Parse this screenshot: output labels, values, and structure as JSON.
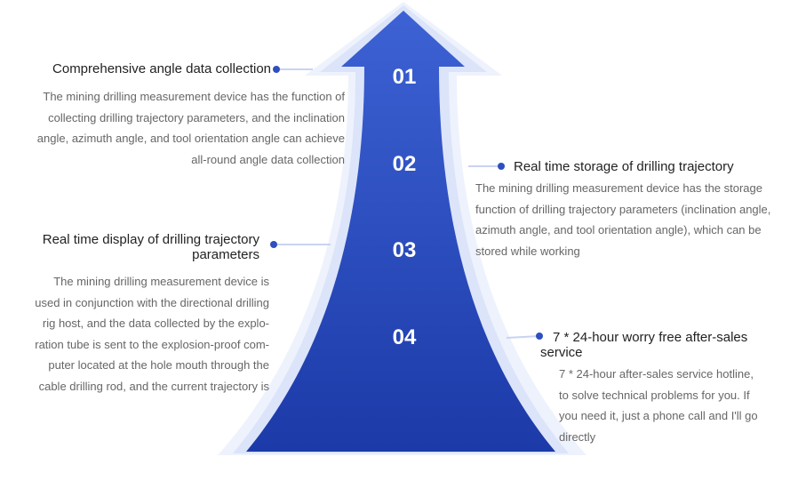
{
  "colors": {
    "arrow_top": "#3d62d4",
    "arrow_bottom": "#1c3aa8",
    "glow": "#dce4fa",
    "glow_outer": "#eef2fc",
    "dot": "#2f4fc0",
    "title": "#222222",
    "desc": "#666666"
  },
  "steps": [
    {
      "number": "01",
      "title": "Comprehensive angle data collection",
      "lines": [
        "The mining drilling measurement device has the function of",
        "collecting drilling trajectory parameters, and the inclination",
        "angle, azimuth angle, and tool orientation angle can achieve",
        "all-round angle data collection"
      ]
    },
    {
      "number": "02",
      "title": "Real time storage of drilling trajectory",
      "lines": [
        "The mining drilling measurement device has the storage",
        "function of drilling trajectory parameters (inclination angle,",
        "azimuth angle, and tool orientation angle), which can be",
        "stored while working"
      ]
    },
    {
      "number": "03",
      "title_lines": [
        "Real time display of drilling trajectory",
        "parameters"
      ],
      "lines": [
        "The mining drilling measurement device is",
        "used in conjunction with the directional drilling",
        "rig host, and the data collected by the explo-",
        "ration tube is sent to the explosion-proof com-",
        "puter located at the hole mouth through the",
        "cable drilling rod, and the current trajectory is"
      ]
    },
    {
      "number": "04",
      "title_lines": [
        "7 * 24-hour worry free after-sales",
        "service"
      ],
      "lines": [
        "7 * 24-hour after-sales service hotline,",
        "to solve technical problems for you. If",
        "you need it, just a phone call and I'll go",
        "directly"
      ]
    }
  ]
}
